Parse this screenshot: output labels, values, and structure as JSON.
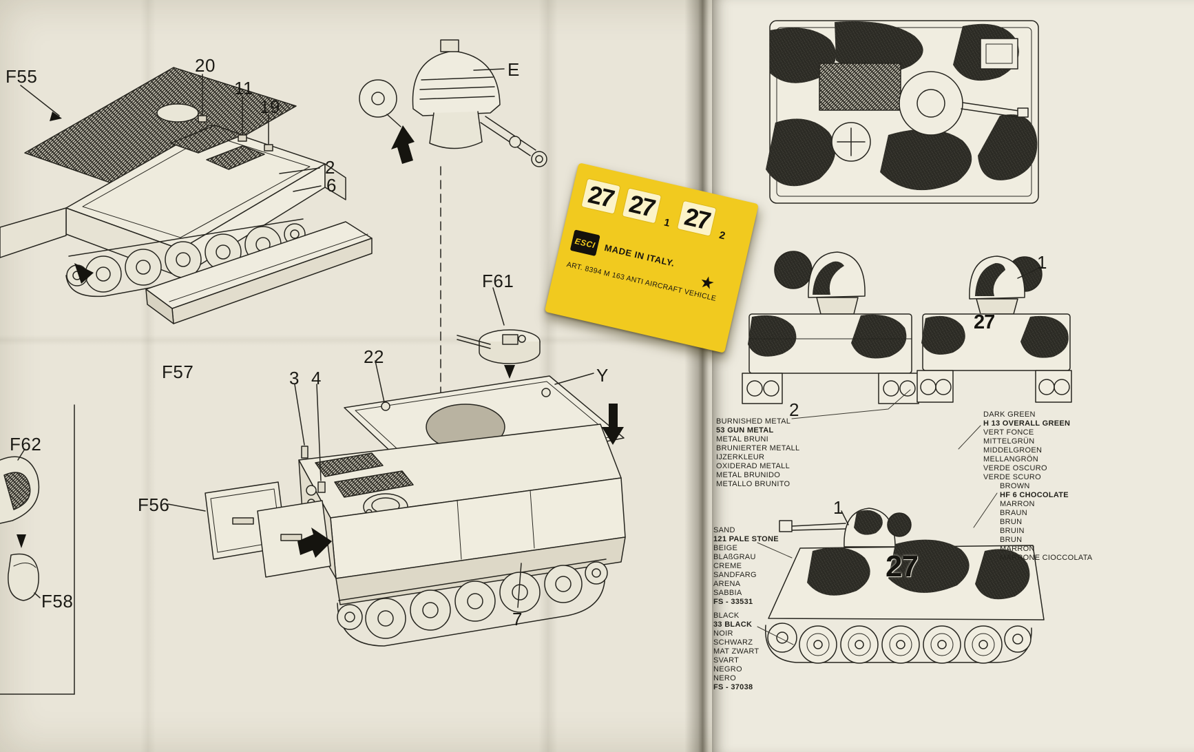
{
  "page": {
    "paper_color": "#e9e5d8",
    "right_page_color": "#edeade",
    "ink_color": "#26251f",
    "decal_yellow": "#f1ca1f"
  },
  "assembly": {
    "callouts": {
      "f55": "F55",
      "p20": "20",
      "p11": "11",
      "p19": "19",
      "p2": "2",
      "p6": "6",
      "f57": "F57",
      "pE": "E",
      "f61": "F61",
      "p22": "22",
      "pY": "Y",
      "p3": "3",
      "p4": "4",
      "f56": "F56",
      "f62": "F62",
      "f58": "F58",
      "p7": "7"
    }
  },
  "decal_sheet": {
    "numerals": [
      "27",
      "27",
      "27"
    ],
    "small_numbers": [
      "1",
      "2"
    ],
    "brand": "ESCI",
    "made_in": "MADE IN ITALY.",
    "art_line": "ART. 8394  M 163 ANTI AIRCRAFT VEHICLE",
    "star": "★"
  },
  "painting_guide": {
    "view_numbers": {
      "front_pair_left": "2",
      "front_pair_right": "1",
      "side_view": "1"
    },
    "hull_number_side": "27",
    "hull_number_front": "27",
    "color_charts": [
      {
        "id": "burnished-metal",
        "lines": [
          "BURNISHED METAL",
          "53 GUN METAL",
          "METAL BRUNI",
          "BRUNIERTER METALL",
          "IJZERKLEUR",
          "OXIDERAD METALL",
          "METAL BRUNIDO",
          "METALLO BRUNITO"
        ]
      },
      {
        "id": "dark-green",
        "lines": [
          "DARK GREEN",
          "H 13 OVERALL GREEN",
          "VERT FONCE",
          "MITTELGRÜN",
          "MIDDELGROEN",
          "MELLANGRÖN",
          "VERDE OSCURO",
          "VERDE SCURO"
        ]
      },
      {
        "id": "brown",
        "lines": [
          "BROWN",
          "HF 6 CHOCOLATE",
          "MARRON",
          "BRAUN",
          "BRUN",
          "BRUIN",
          "BRUN",
          "MARRON",
          "MARRONE CIOCCOLATA"
        ]
      },
      {
        "id": "sand",
        "lines": [
          "SAND",
          "121 PALE STONE",
          "BEIGE",
          "BLAßGRAU",
          "CREME",
          "SANDFARG",
          "ARENA",
          "SABBIA",
          "FS - 33531"
        ]
      },
      {
        "id": "black",
        "lines": [
          "BLACK",
          "33 BLACK",
          "NOIR",
          "SCHWARZ",
          "MAT ZWART",
          "SVART",
          "NEGRO",
          "NERO",
          "FS - 37038"
        ]
      }
    ]
  }
}
